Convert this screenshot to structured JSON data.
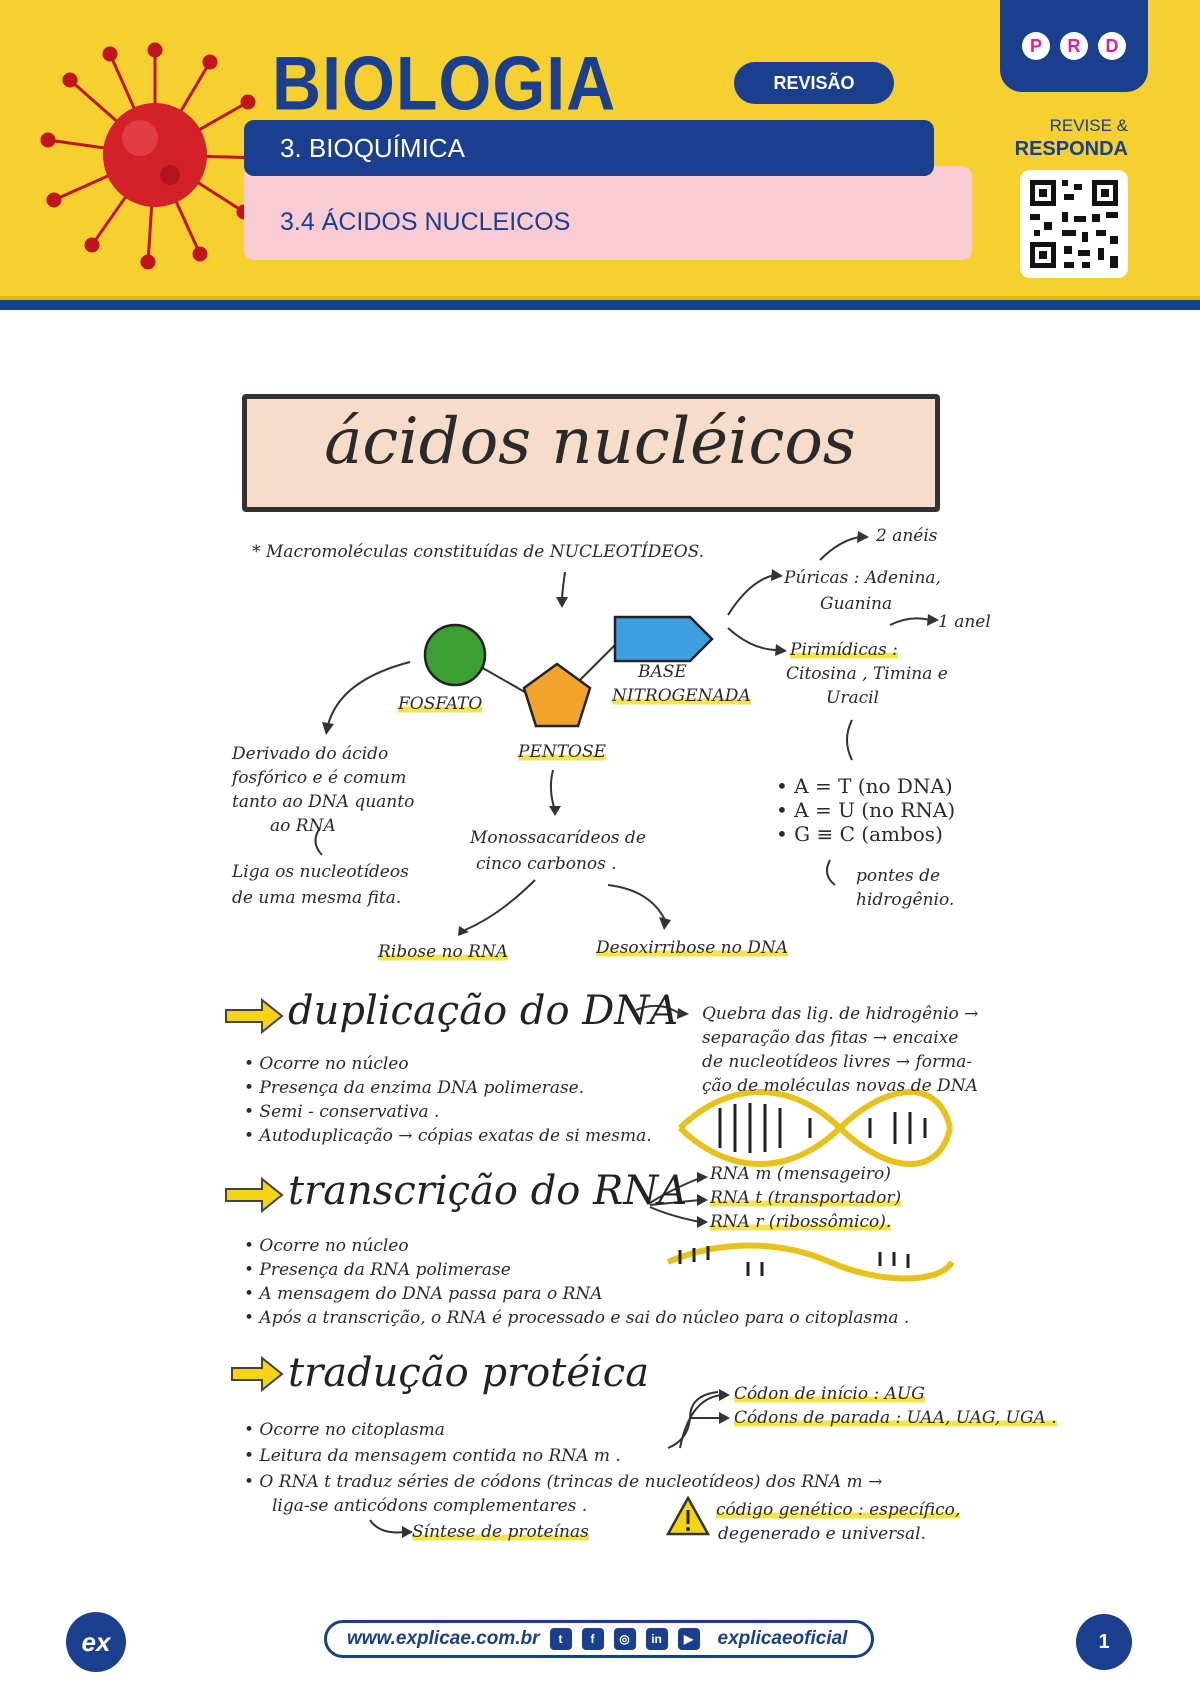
{
  "header": {
    "subject": "BIOLOGIA",
    "badge": "REVISÃO",
    "chapter": "3. BIOQUÍMICA",
    "section": "3.4 ÁCIDOS NUCLEICOS",
    "prd": [
      "P",
      "R",
      "D"
    ],
    "revise_label": "REVISE &",
    "responda_label": "RESPONDA",
    "colors": {
      "yellow": "#f6d02f",
      "navy": "#1a3f8f",
      "pink": "#f9ccd3",
      "magenta": "#e0218a"
    }
  },
  "notes": {
    "title": "ácidos nucléicos",
    "intro": "* Macromoléculas constituídas de NUCLEOTÍDEOS.",
    "fosfato": "FOSFATO",
    "pentose": "PENTOSE",
    "base_line1": "BASE",
    "base_line2": "NITROGENADA",
    "dois_aneis": "2 anéis",
    "purinas_line1": "Púricas : Adenina,",
    "purinas_line2": "Guanina",
    "um_anel": "1 anel",
    "pirimidicas_line1": "Pirimídicas :",
    "pirimidicas_line2": "Citosina , Timina e",
    "pirimidicas_line3": "Uracil",
    "pairs": [
      "• A = T (no DNA)",
      "• A = U (no RNA)",
      "• G ≡ C (ambos)"
    ],
    "pontes_line1": "pontes de",
    "pontes_line2": "hidrogênio.",
    "fosfato_desc": [
      "Derivado do ácido",
      "fosfórico e é comum",
      "tanto ao DNA quanto",
      "ao RNA"
    ],
    "fosfato_liga": [
      "Liga os nucleotídeos",
      "de uma mesma fita."
    ],
    "pentose_desc": [
      "Monossacarídeos de",
      "cinco carbonos ."
    ],
    "ribose": "Ribose no RNA",
    "desoxirribose": "Desoxirribose no DNA",
    "dup_title": "duplicação do DNA",
    "dup_desc": [
      "Quebra das lig. de hidrogênio →",
      "separação das fitas → encaixe",
      "de nucleotídeos livres → forma-",
      "ção de moléculas novas de DNA"
    ],
    "dup_bullets": [
      "• Ocorre no núcleo",
      "• Presença da enzima DNA polimerase.",
      "• Semi - conservativa .",
      "• Autoduplicação → cópias exatas de si mesma."
    ],
    "trans_title": "transcrição do RNA",
    "rna_types": [
      "RNA m (mensageiro)",
      "RNA t (transportador)",
      "RNA r (ribossômico)."
    ],
    "trans_bullets": [
      "• Ocorre no núcleo",
      "• Presença da RNA polimerase",
      "• A mensagem do DNA passa para o RNA",
      "• Após a transcrição, o RNA é processado e sai do núcleo para o citoplasma ."
    ],
    "trad_title": "tradução protéica",
    "codons": [
      "Códon de início : AUG",
      "Códons de parada : UAA, UAG, UGA ."
    ],
    "trad_bullets": [
      "• Ocorre no citoplasma",
      "• Leitura da mensagem contida no RNA m .",
      "• O RNA t traduz séries de códons (trincas de nucleotídeos) dos RNA m →",
      "liga-se anticódons complementares ."
    ],
    "sintese": "Síntese de proteínas",
    "codigo_line1": "código genético : específico,",
    "codigo_line2": "degenerado e universal."
  },
  "footer": {
    "logo": "ex",
    "url": "www.explicae.com.br",
    "social_icons": [
      "twitter-icon",
      "facebook-icon",
      "instagram-icon",
      "linkedin-icon",
      "youtube-icon"
    ],
    "handle": "explicaeoficial",
    "page": "1"
  }
}
